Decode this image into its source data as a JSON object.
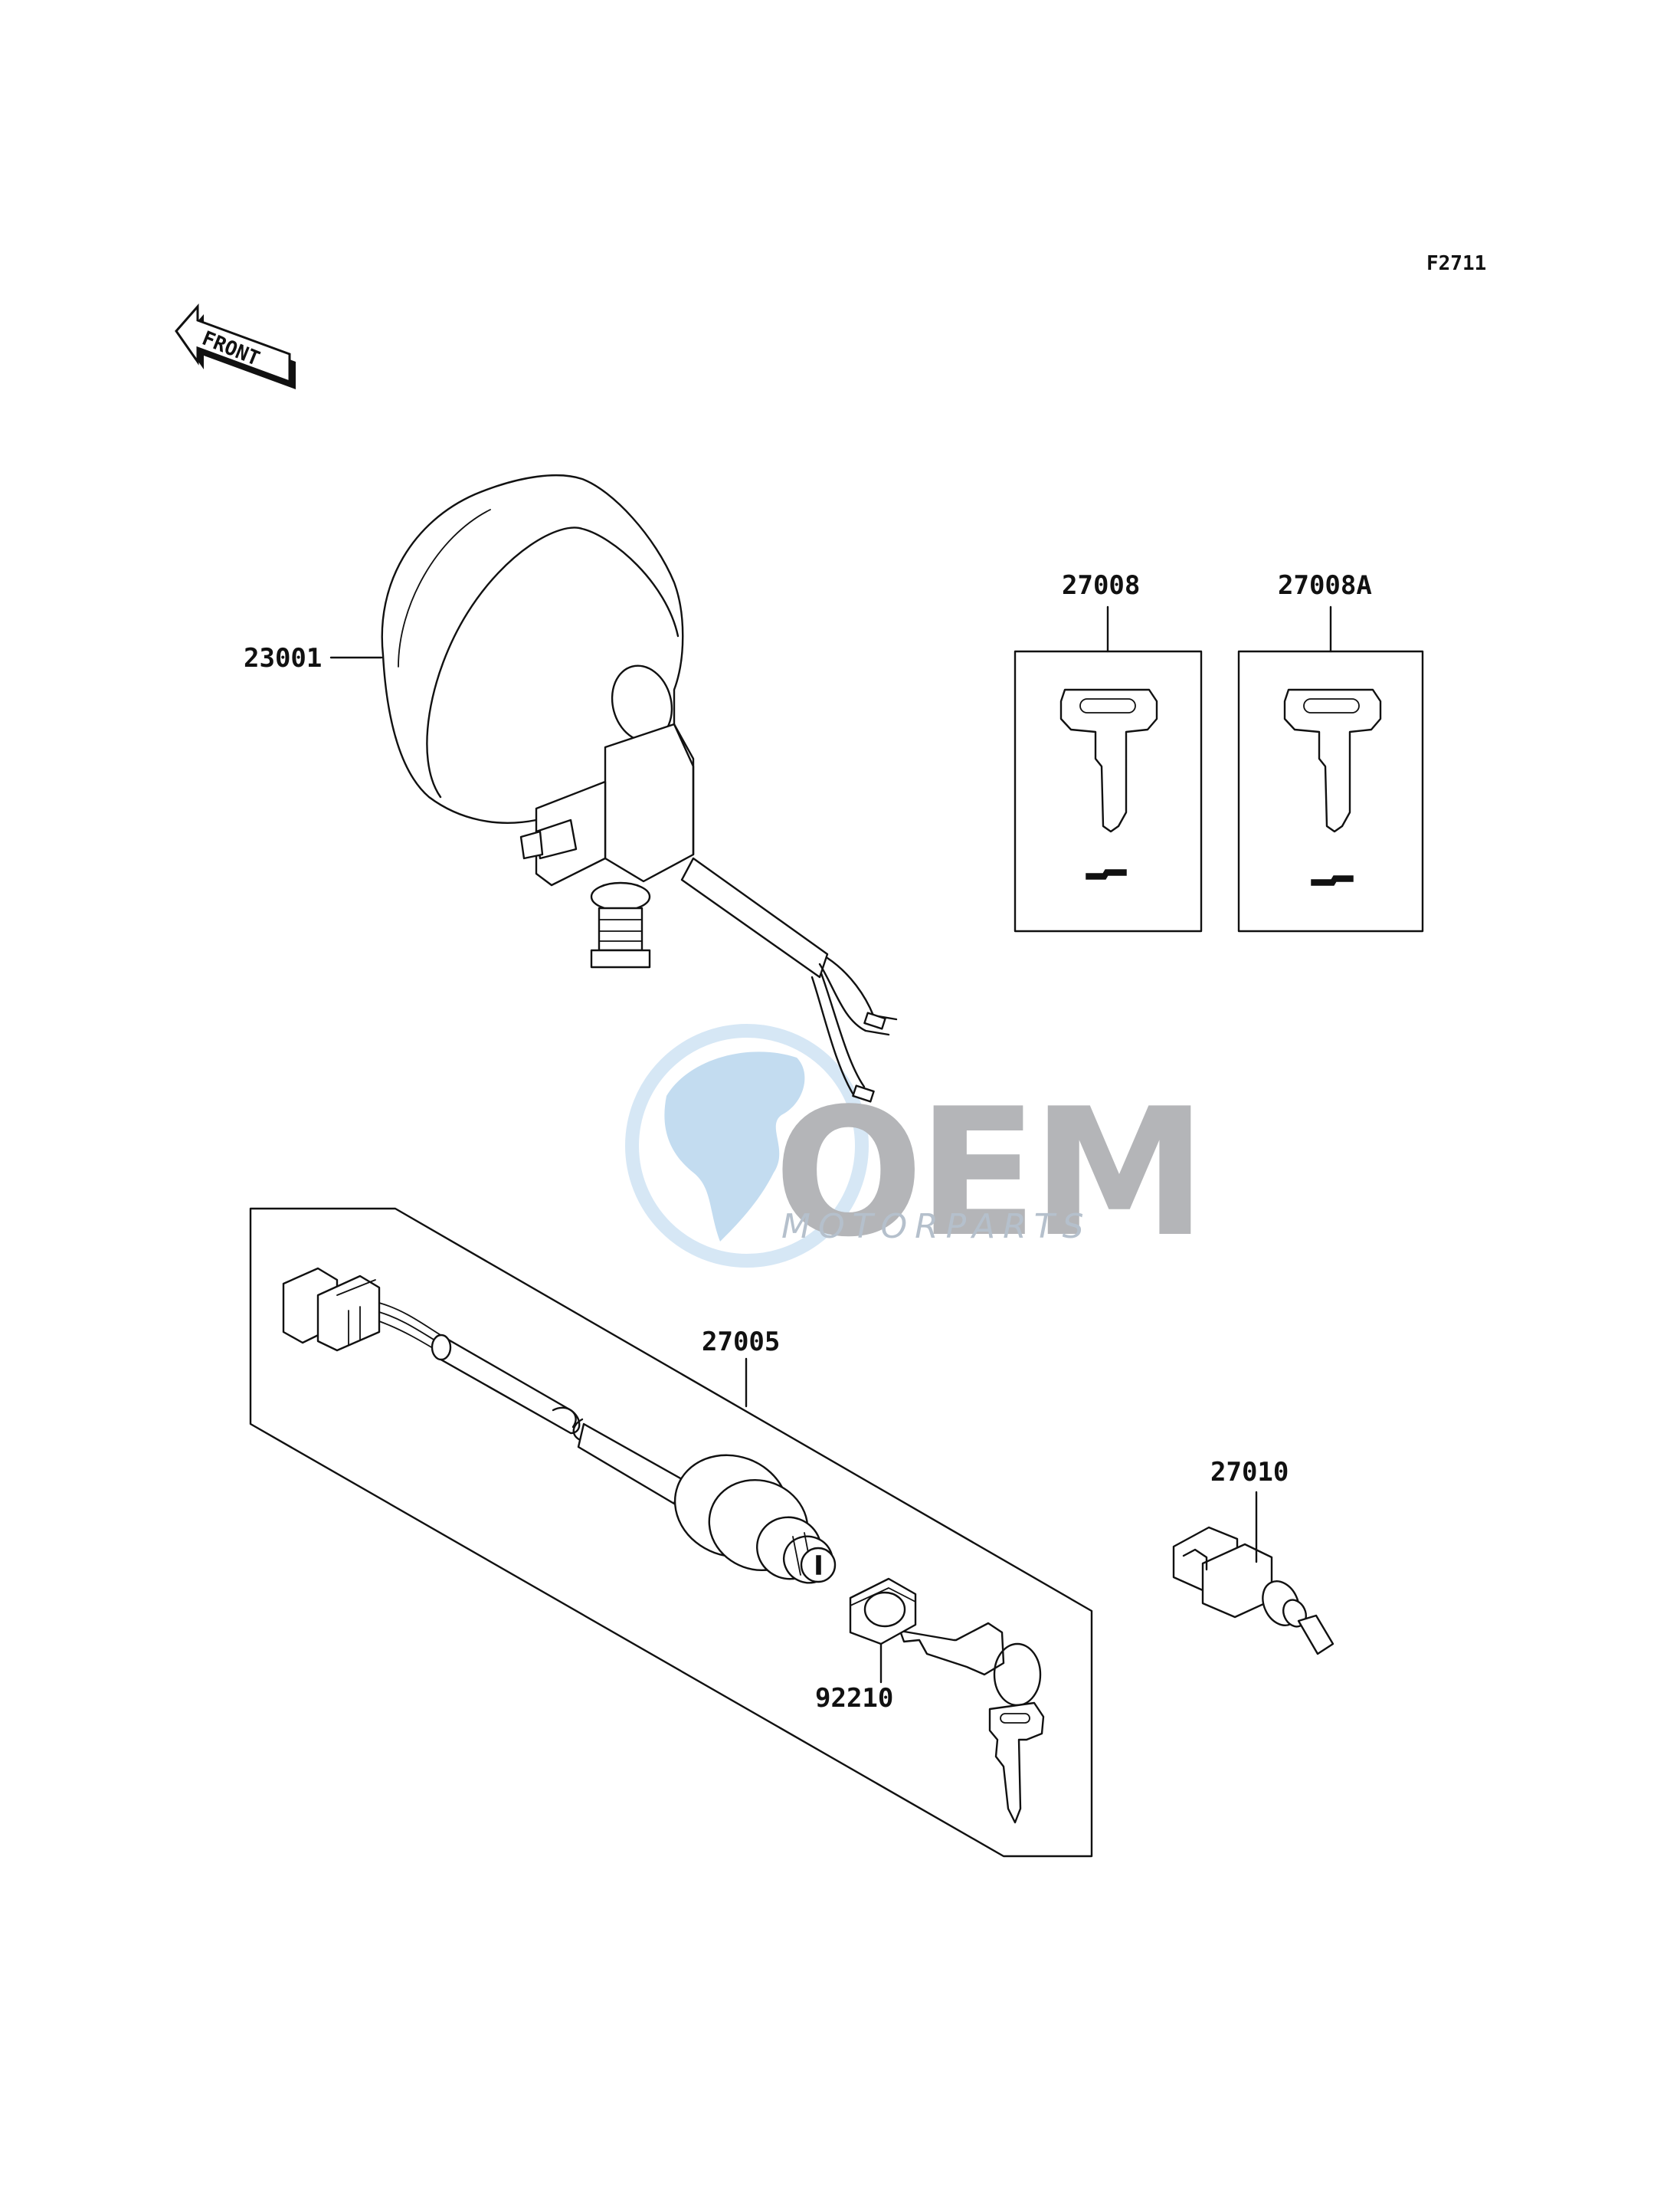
{
  "diagram": {
    "reference_code": "F2711",
    "front_arrow_label": "FRONT",
    "parts": [
      {
        "number": "23001"
      },
      {
        "number": "27008"
      },
      {
        "number": "27008A"
      },
      {
        "number": "27005"
      },
      {
        "number": "92210"
      },
      {
        "number": "27010"
      }
    ]
  },
  "watermark": {
    "brand": "OEM",
    "subtitle": "MOTORPARTS"
  },
  "colors": {
    "line": "#111111",
    "watermark_gray": "#a7a9ac",
    "watermark_blue": "#b9d7ee"
  }
}
